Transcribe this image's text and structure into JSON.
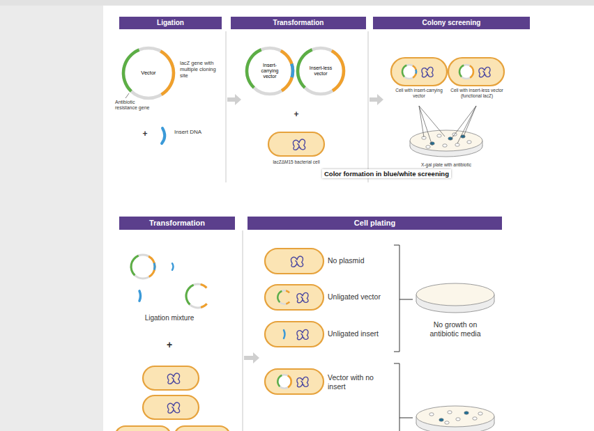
{
  "diagram": {
    "caption": "Color formation in blue/white screening",
    "nodes": [
      {
        "text": [
          "Ligation"
        ]
      },
      {
        "text": [
          "Transformation"
        ]
      },
      {
        "text": [
          "Colony screening"
        ]
      },
      {
        "text": [
          "Vector"
        ]
      },
      {
        "text": [
          "Insert-carrying vector"
        ]
      },
      {
        "text": [
          "Insert-less vector"
        ]
      },
      {
        "text": [
          "Transformation"
        ]
      },
      {
        "text": [
          "Cell plating"
        ]
      }
    ],
    "labels": [
      "lacZ gene with multiple cloning site",
      "Antibiotic resistance gene",
      "+",
      "Insert DNA",
      "+",
      "lacZΔM15 bacterial cell",
      "Cell with insert-carrying vector",
      "Cell with insert-less vector (functional lacZ)",
      "X-gal plate with antibiotic",
      "Ligation mixture",
      "+",
      "No plasmid",
      "Unligated vector",
      "Unligated insert",
      "No growth on antibiotic media",
      "Vector with no insert"
    ]
  }
}
